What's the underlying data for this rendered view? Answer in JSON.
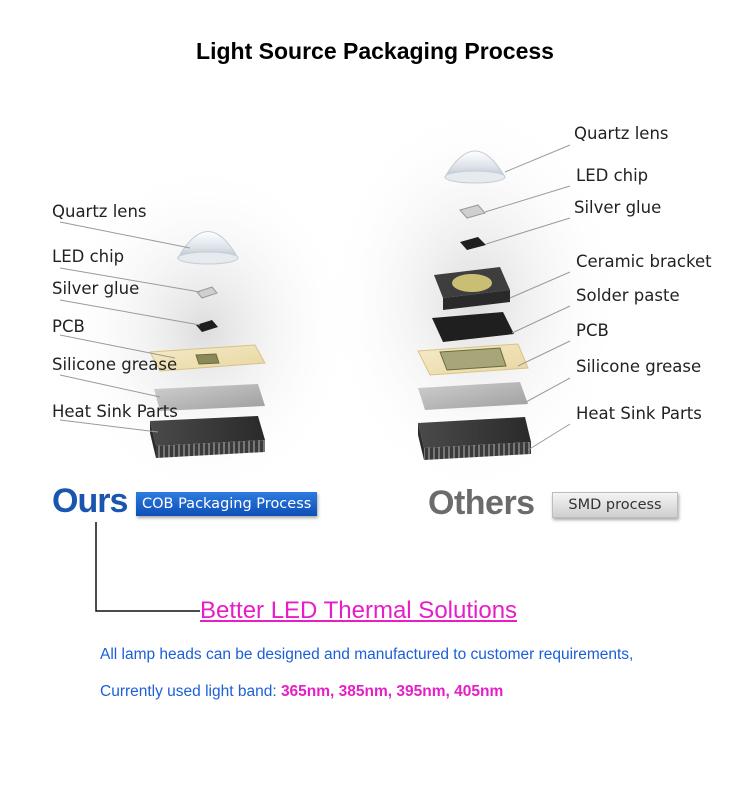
{
  "title": "Light Source Packaging Process",
  "left": {
    "labels": {
      "quartz_lens": "Quartz lens",
      "led_chip": "LED chip",
      "silver_glue": "Silver glue",
      "pcb": "PCB",
      "silicone_grease": "Silicone grease",
      "heat_sink": "Heat Sink Parts"
    },
    "brand": "Ours",
    "process": "COB Packaging Process"
  },
  "right": {
    "labels": {
      "quartz_lens": "Quartz lens",
      "led_chip": "LED chip",
      "silver_glue": "Silver glue",
      "ceramic_bracket": "Ceramic bracket",
      "solder_paste": "Solder paste",
      "pcb": "PCB",
      "silicone_grease": "Silicone grease",
      "heat_sink": "Heat Sink Parts"
    },
    "brand": "Others",
    "process": "SMD process"
  },
  "headline": "Better LED Thermal Solutions",
  "note1": "All lamp heads can be designed and manufactured to customer requirements,",
  "note2_prefix": "Currently used light band: ",
  "note2_values": "365nm, 385nm, 395nm, 405nm",
  "colors": {
    "ours_blue": "#1a56b0",
    "text_blue": "#1c5fd6",
    "magenta": "#e61ec6",
    "others_gray": "#6b6b6b"
  }
}
